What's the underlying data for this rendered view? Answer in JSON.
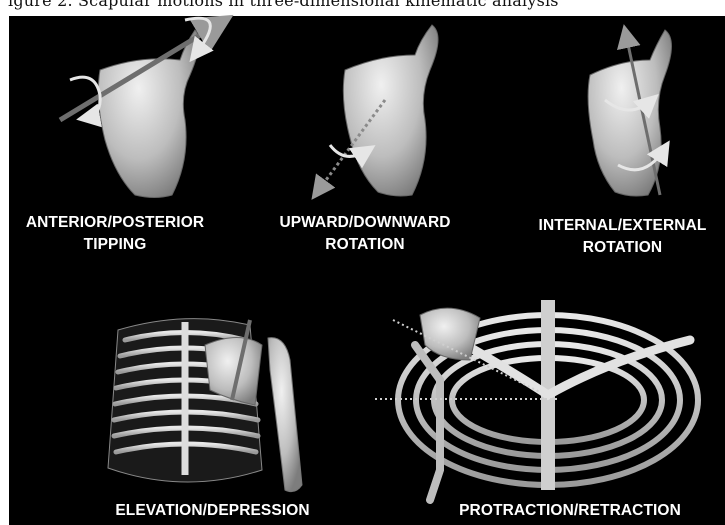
{
  "header": {
    "cropped_text": "igure 2. Scapular motions in three-dimensional kinematic analysis"
  },
  "panels": [
    {
      "line1": "ANTERIOR/POSTERIOR",
      "line2": "TIPPING"
    },
    {
      "line1": "UPWARD/DOWNWARD",
      "line2": "ROTATION"
    },
    {
      "line1": "INTERNAL/EXTERNAL",
      "line2": "ROTATION"
    },
    {
      "line1": "ELEVATION/DEPRESSION"
    },
    {
      "line1": "PROTRACTION/RETRACTION"
    }
  ],
  "colors": {
    "background": "#000000",
    "bone": "#d4d4d4",
    "axis": "#7a7a7a"
  }
}
